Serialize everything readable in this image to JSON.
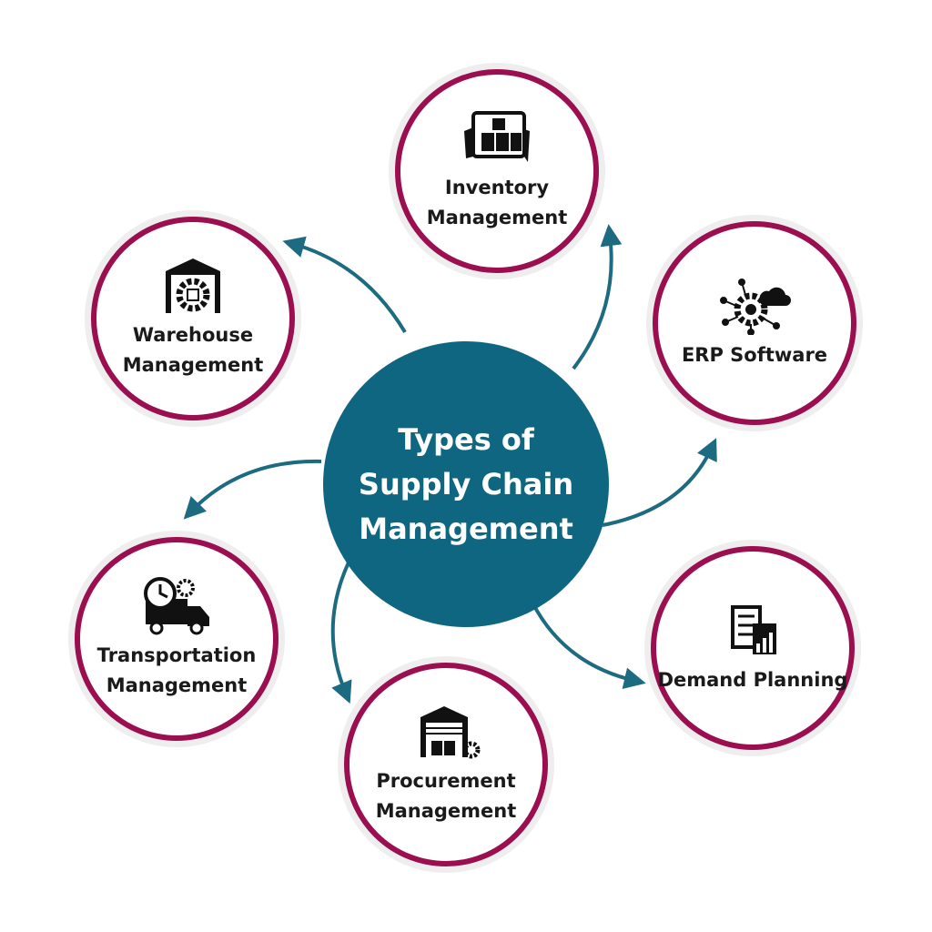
{
  "title": "Types of Supply Chain Management",
  "colors": {
    "center": "#0f6680",
    "ring": "#9b0e4f",
    "arrow": "#1d6b80"
  },
  "nodes": [
    {
      "label": "Inventory Management",
      "icon": "tablet-boxes-icon"
    },
    {
      "label": "Warehouse Management",
      "icon": "warehouse-gear-icon"
    },
    {
      "label": "ERP Software",
      "icon": "gear-cloud-circuit-icon"
    },
    {
      "label": "Transportation Management",
      "icon": "truck-clock-icon"
    },
    {
      "label": "Procurement Management",
      "icon": "warehouse-boxes-gear-icon"
    },
    {
      "label": "Demand Planning",
      "icon": "checklist-chart-icon"
    }
  ]
}
